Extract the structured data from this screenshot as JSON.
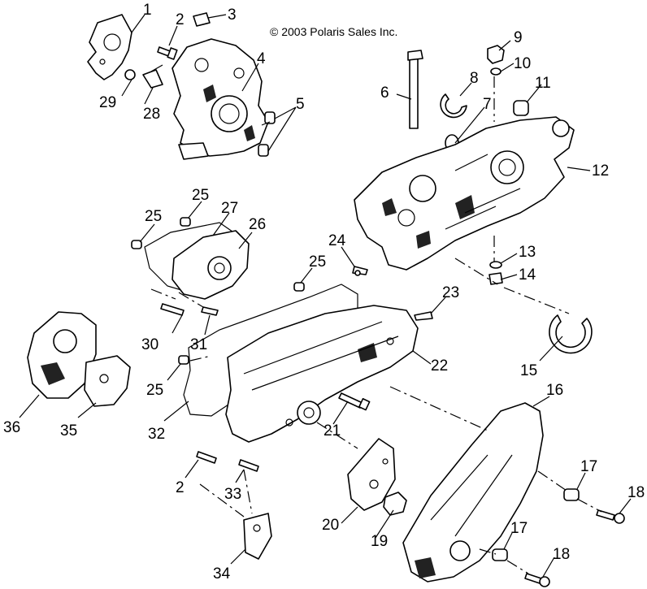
{
  "copyright": "© 2003 Polaris Sales Inc.",
  "callouts": {
    "n1": "1",
    "n2": "2",
    "n2b": "2",
    "n3": "3",
    "n4": "4",
    "n5": "5",
    "n6": "6",
    "n7": "7",
    "n8": "8",
    "n9": "9",
    "n10": "10",
    "n11": "11",
    "n12": "12",
    "n13": "13",
    "n14": "14",
    "n15": "15",
    "n16": "16",
    "n17": "17",
    "n17b": "17",
    "n18": "18",
    "n18b": "18",
    "n19": "19",
    "n20": "20",
    "n21": "21",
    "n22": "22",
    "n23": "23",
    "n24": "24",
    "n25a": "25",
    "n25b": "25",
    "n25c": "25",
    "n25d": "25",
    "n26": "26",
    "n27": "27",
    "n28": "28",
    "n29": "29",
    "n30": "30",
    "n31": "31",
    "n32": "32",
    "n33": "33",
    "n34": "34",
    "n35": "35",
    "n36": "36"
  }
}
